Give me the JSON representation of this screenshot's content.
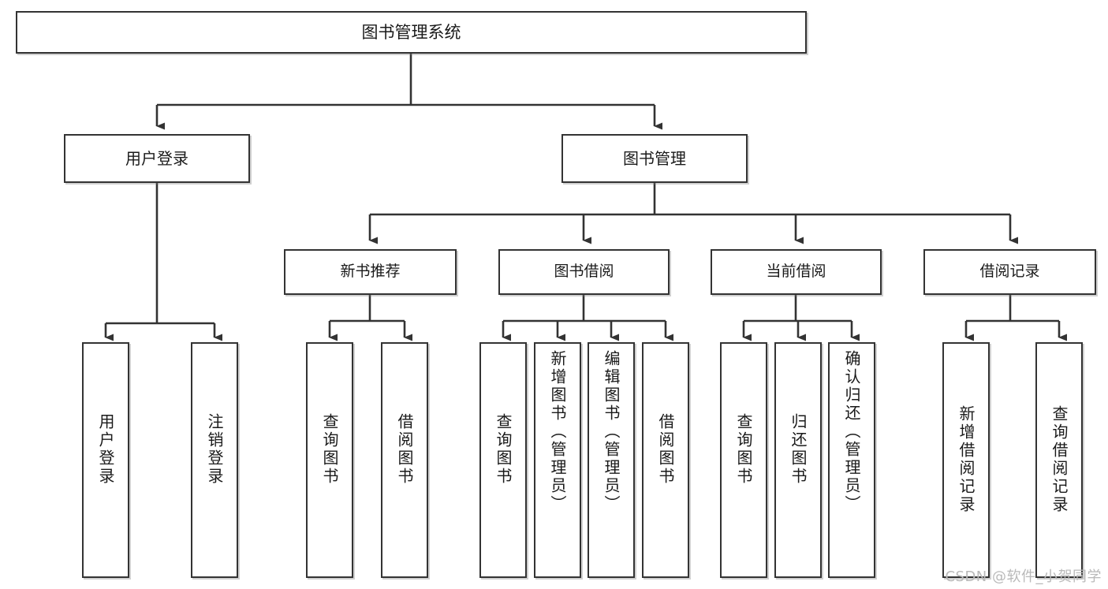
{
  "diagram": {
    "type": "tree",
    "title": "图书管理系统",
    "watermark": "CSDN @软件_小贺同学",
    "levels": {
      "root": {
        "label": "图书管理系统"
      },
      "level2": [
        {
          "label": "用户登录"
        },
        {
          "label": "图书管理"
        }
      ],
      "level3": [
        {
          "label": "新书推荐",
          "parent": "图书管理"
        },
        {
          "label": "图书借阅",
          "parent": "图书管理"
        },
        {
          "label": "当前借阅",
          "parent": "图书管理"
        },
        {
          "label": "借阅记录",
          "parent": "图书管理"
        }
      ],
      "leaves": [
        {
          "label": "用户登录",
          "parent": "用户登录"
        },
        {
          "label": "注销登录",
          "parent": "用户登录"
        },
        {
          "label": "查询图书",
          "parent": "新书推荐"
        },
        {
          "label": "借阅图书",
          "parent": "新书推荐"
        },
        {
          "label": "查询图书",
          "parent": "图书借阅"
        },
        {
          "label": "新增图书（管理员）",
          "parent": "图书借阅"
        },
        {
          "label": "编辑图书（管理员）",
          "parent": "图书借阅"
        },
        {
          "label": "借阅图书",
          "parent": "图书借阅"
        },
        {
          "label": "查询图书",
          "parent": "当前借阅"
        },
        {
          "label": "归还图书",
          "parent": "当前借阅"
        },
        {
          "label": "确认归还（管理员）",
          "parent": "当前借阅"
        },
        {
          "label": "新增借阅记录",
          "parent": "借阅记录"
        },
        {
          "label": "查询借阅记录",
          "parent": "借阅记录"
        }
      ]
    },
    "colors": {
      "box_border": "#333333",
      "box_fill": "#ffffff",
      "edge": "#333333",
      "text": "#1a1a1a",
      "watermark": "#b9b9b9"
    }
  }
}
